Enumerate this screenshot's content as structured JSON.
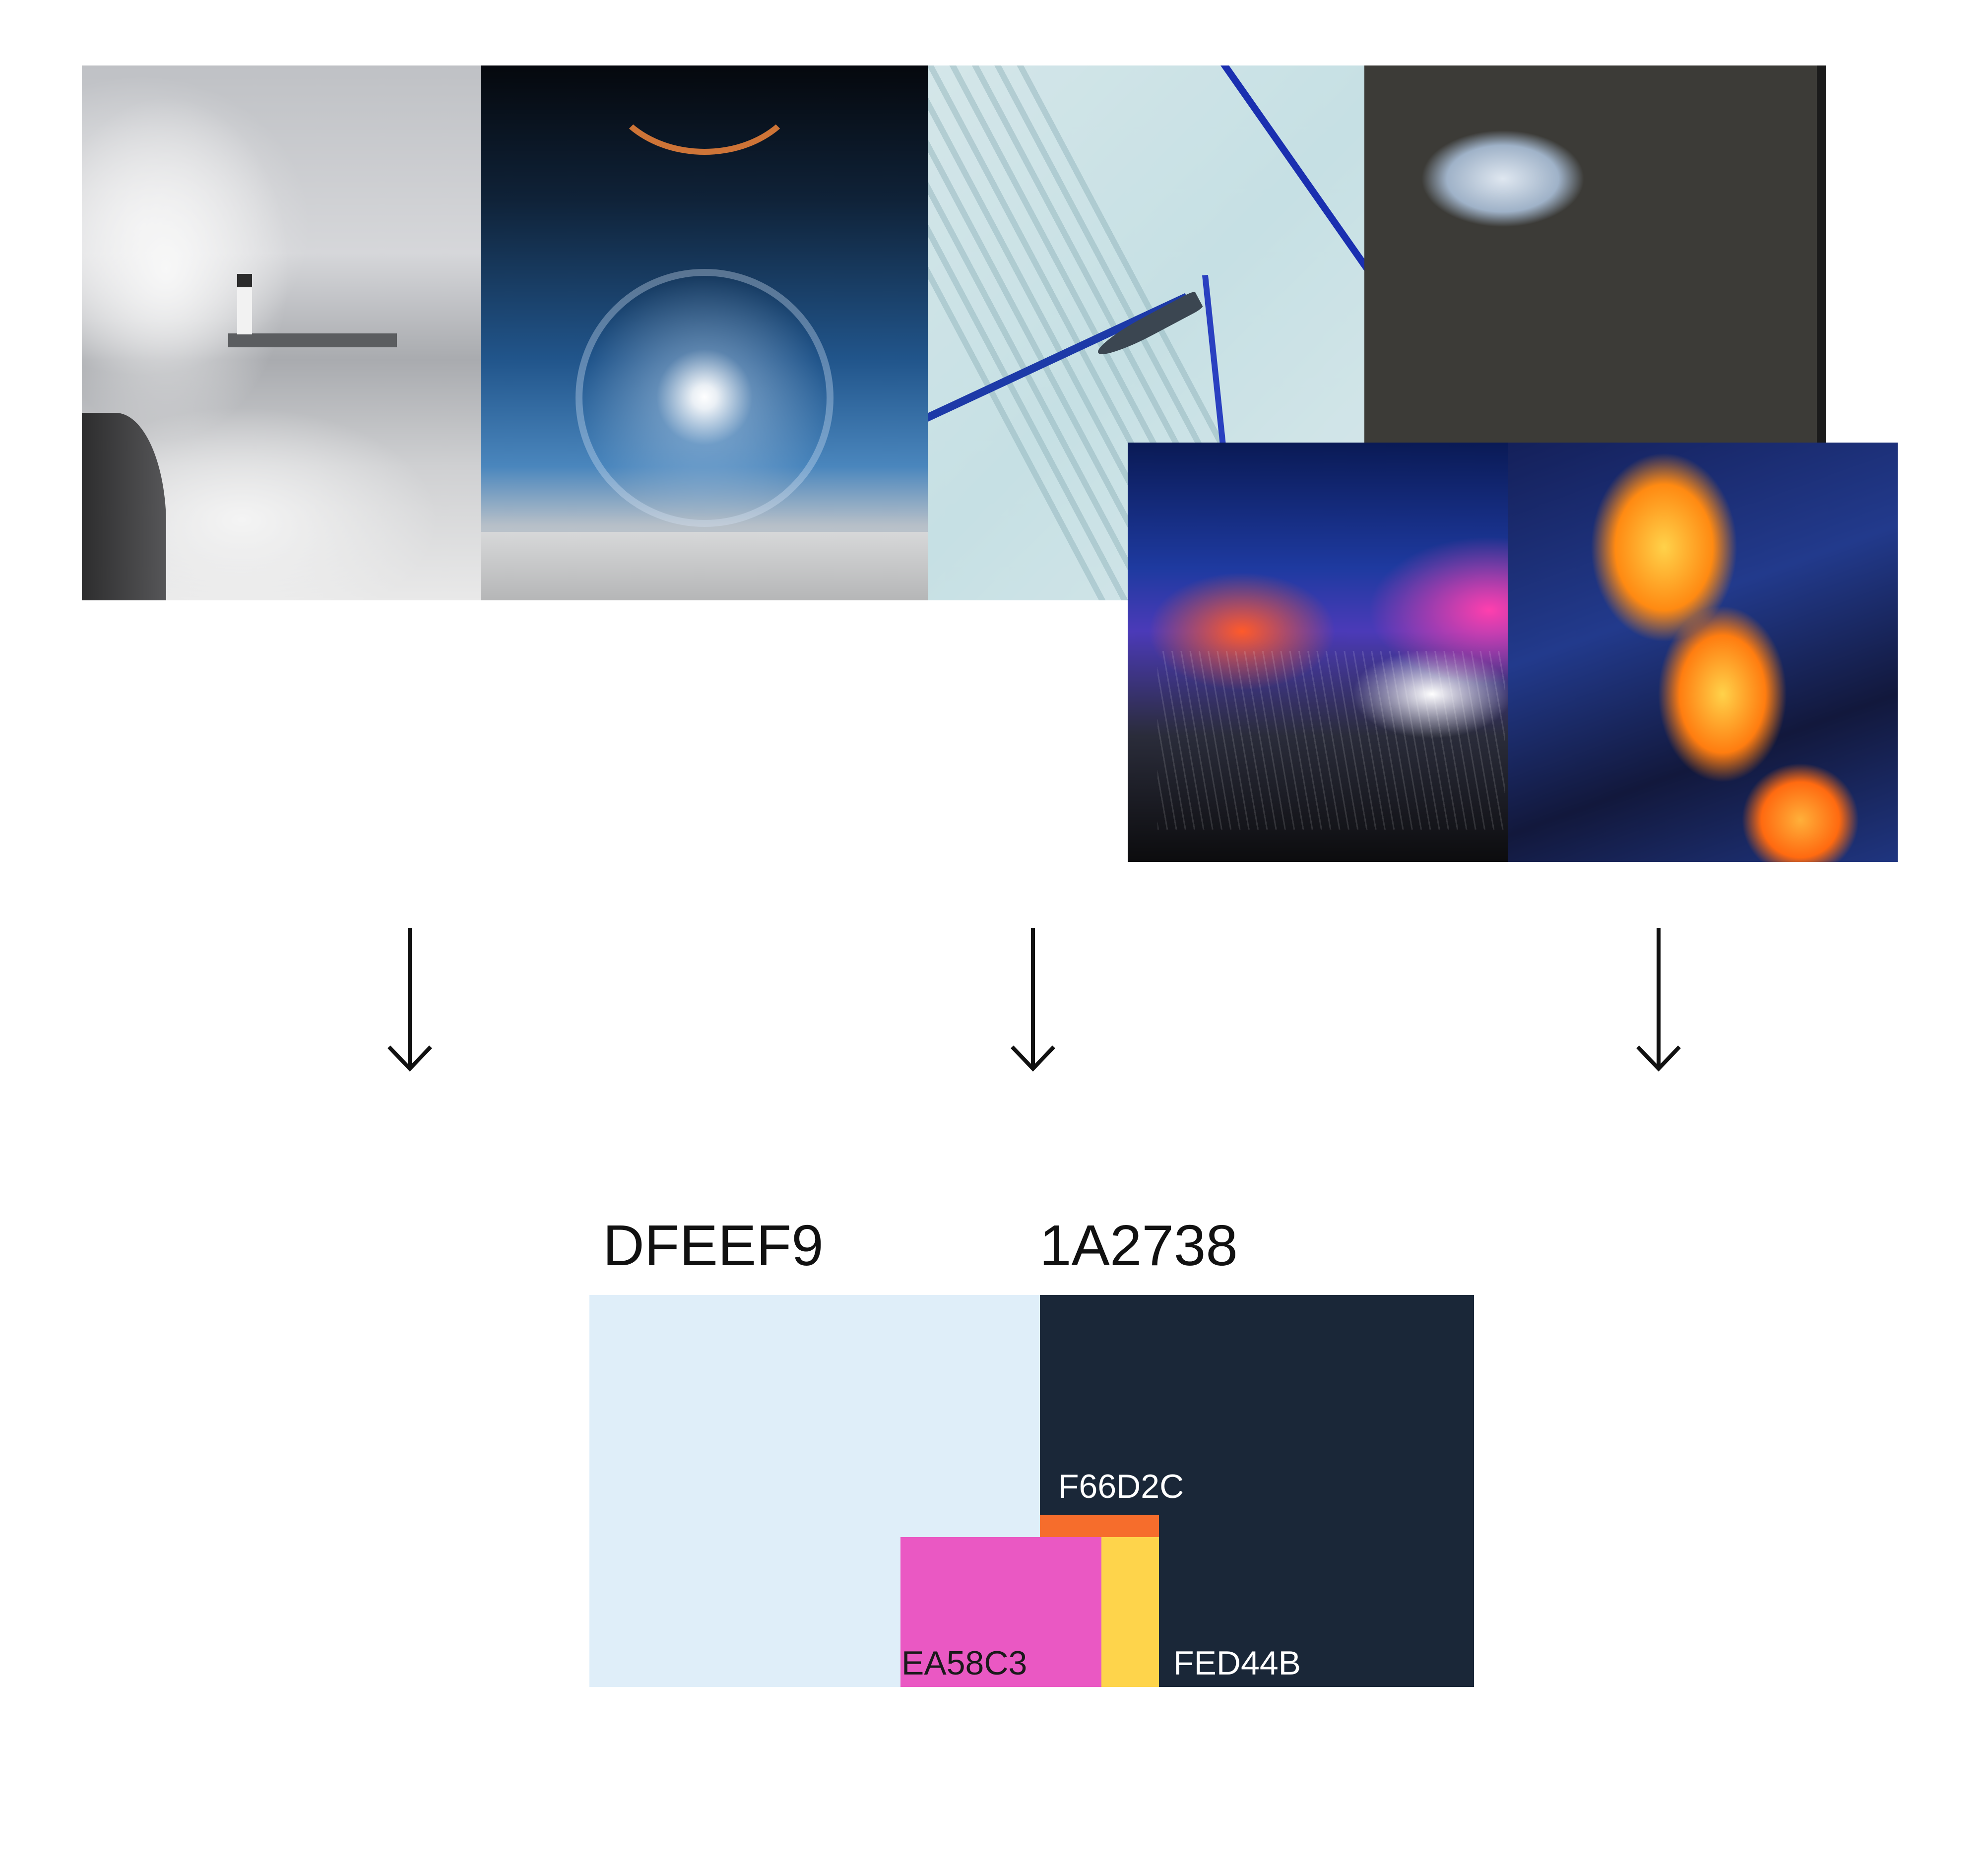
{
  "photos": [
    {
      "id": "storm-lighthouse"
    },
    {
      "id": "sun-halo"
    },
    {
      "id": "schlieren-jet"
    },
    {
      "id": "organic-cells"
    },
    {
      "id": "abstract-waves"
    },
    {
      "id": "lava-flow"
    }
  ],
  "arrows": [
    {
      "icon": "arrow-down-icon",
      "glyph": "↓"
    },
    {
      "icon": "arrow-down-icon",
      "glyph": "↓"
    },
    {
      "icon": "arrow-down-icon",
      "glyph": "↓"
    }
  ],
  "palette": {
    "light": {
      "label": "DFEEF9",
      "color": "#DFEEF9"
    },
    "dark": {
      "label": "1A2738",
      "color": "#1A2738"
    },
    "orange": {
      "label": "F66D2C",
      "color": "#F66D2C"
    },
    "pink": {
      "label": "EA58C3",
      "color": "#EA58C3"
    },
    "yellow": {
      "label": "FED44B",
      "color": "#FED44B"
    }
  }
}
